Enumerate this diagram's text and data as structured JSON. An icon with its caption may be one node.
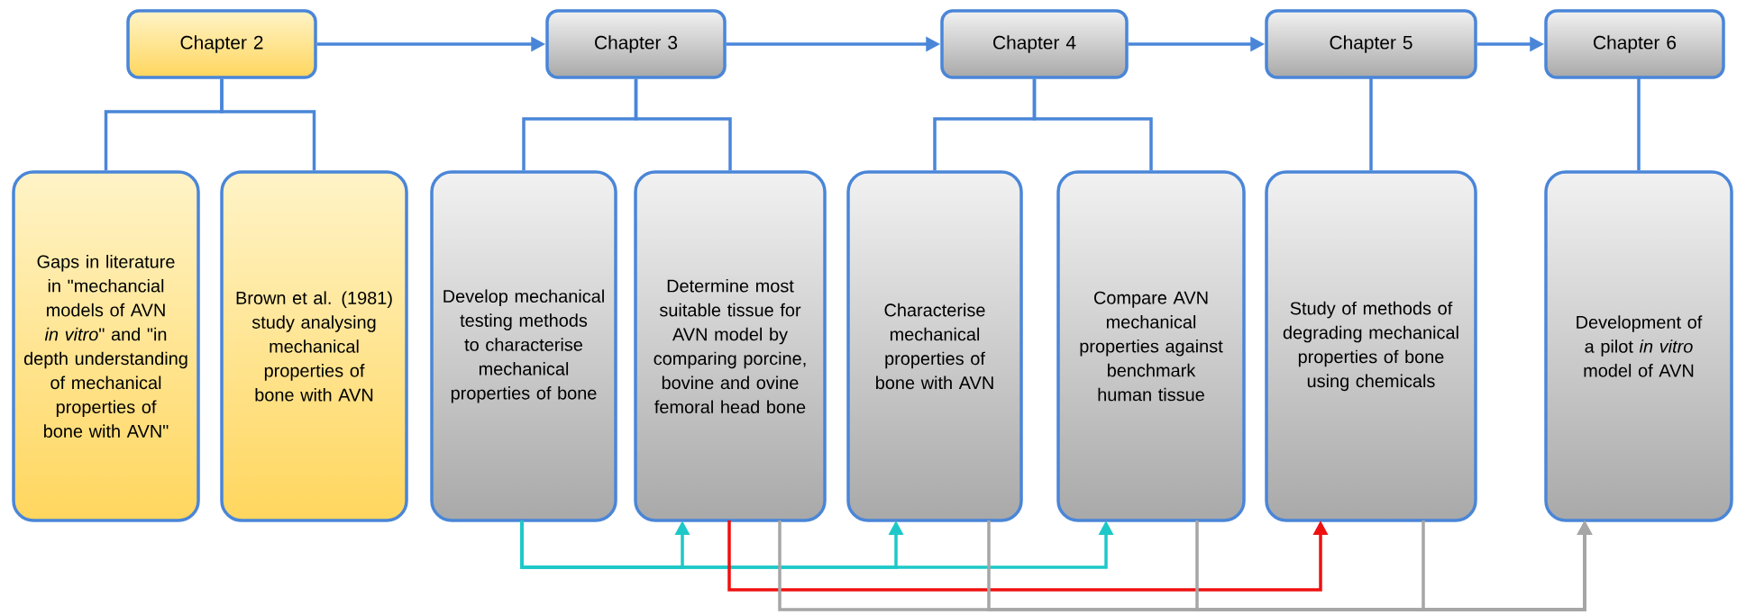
{
  "diagram": {
    "nodes": [
      {
        "text": [
          "Chapter 2"
        ]
      },
      {
        "text": [
          "Chapter 3"
        ]
      },
      {
        "text": [
          "Chapter 4"
        ]
      },
      {
        "text": [
          "Chapter 5"
        ]
      },
      {
        "text": [
          "Chapter 6"
        ]
      },
      {
        "text": [
          "Gaps in literature in \"mechancial models of AVN *in vitro*\" and \"in depth understanding of mechanical properties of bone with AVN\""
        ]
      },
      {
        "text": [
          "Brown et al. (1981) study analysing mechanical properties of bone with AVN"
        ]
      },
      {
        "text": [
          "Develop mechanical testing methods to characterise mechanical properties of bone"
        ]
      },
      {
        "text": [
          "Determine most suitable tissue for AVN model by comparing porcine, bovine and ovine femoral head bone"
        ]
      },
      {
        "text": [
          "Characterise mechanical properties of bone with AVN"
        ]
      },
      {
        "text": [
          "Compare AVN mechanical properties against benchmark human tissue"
        ]
      },
      {
        "text": [
          "Study of methods of degrading mechanical properties of bone using chemicals"
        ]
      },
      {
        "text": [
          "Development of a pilot *in vitro* model of AVN"
        ]
      }
    ],
    "edges": [
      {
        "from": 0,
        "to": 1,
        "arrow": "to"
      },
      {
        "from": 1,
        "to": 2,
        "arrow": "to"
      },
      {
        "from": 2,
        "to": 3,
        "arrow": "to"
      },
      {
        "from": 3,
        "to": 4,
        "arrow": "to"
      },
      {
        "from": 0,
        "to": 5,
        "arrow": "none"
      },
      {
        "from": 0,
        "to": 6,
        "arrow": "none"
      },
      {
        "from": 1,
        "to": 7,
        "arrow": "none"
      },
      {
        "from": 1,
        "to": 8,
        "arrow": "none"
      },
      {
        "from": 2,
        "to": 9,
        "arrow": "none"
      },
      {
        "from": 2,
        "to": 10,
        "arrow": "none"
      },
      {
        "from": 3,
        "to": 11,
        "arrow": "none"
      },
      {
        "from": 4,
        "to": 12,
        "arrow": "none"
      },
      {
        "from": 7,
        "to": 8,
        "arrow": "to",
        "color": "#1ec8c8"
      },
      {
        "from": 7,
        "to": 9,
        "arrow": "to",
        "color": "#1ec8c8"
      },
      {
        "from": 7,
        "to": 10,
        "arrow": "to",
        "color": "#1ec8c8"
      },
      {
        "from": 8,
        "to": 11,
        "arrow": "to",
        "color": "#ee1111"
      },
      {
        "from": 8,
        "to": 12,
        "arrow": "to",
        "color": "#a6a6a6"
      },
      {
        "from": 9,
        "to": 12,
        "arrow": "to",
        "color": "#a6a6a6"
      },
      {
        "from": 10,
        "to": 12,
        "arrow": "to",
        "color": "#a6a6a6"
      },
      {
        "from": 11,
        "to": 12,
        "arrow": "to",
        "color": "#a6a6a6"
      }
    ]
  }
}
